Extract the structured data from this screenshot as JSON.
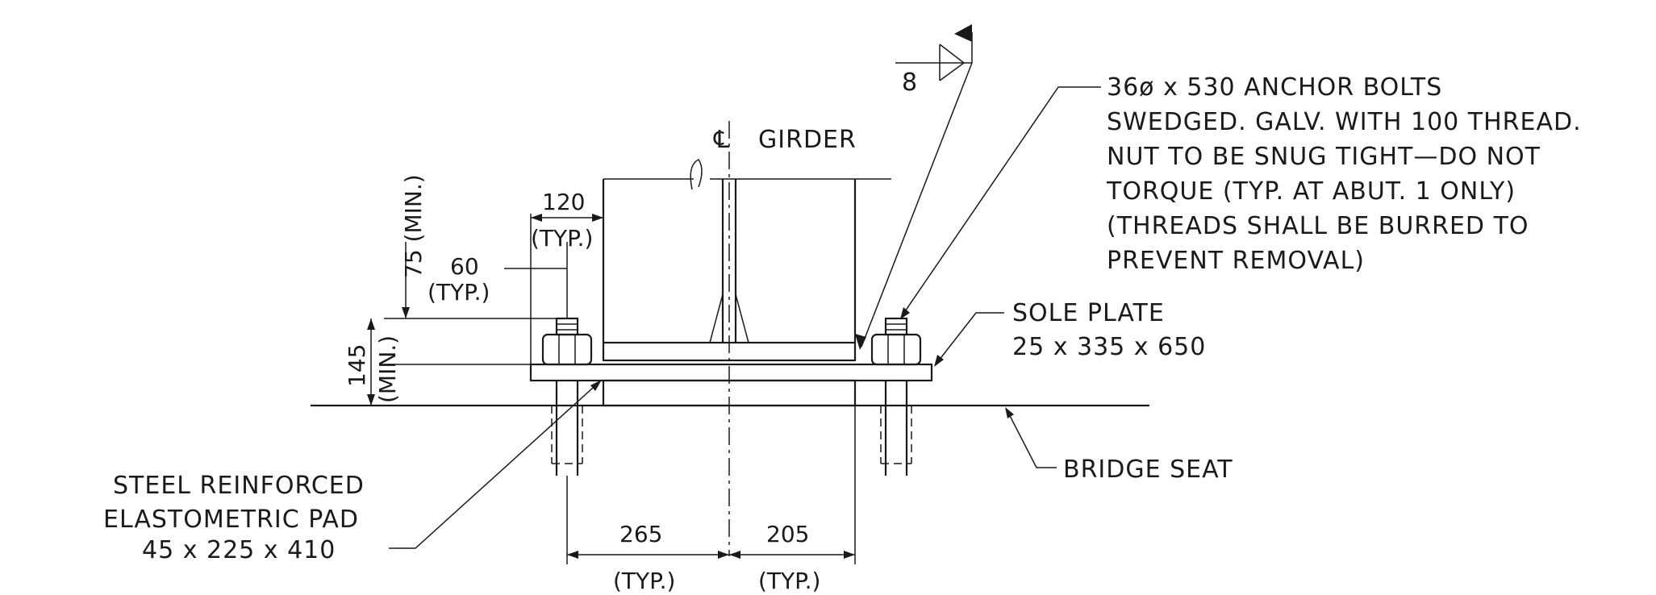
{
  "labels": {
    "centerline_symbol": "℄",
    "girder": "GIRDER",
    "weld_size": "8",
    "dim_120": "120",
    "dim_typ_a": "(TYP.)",
    "dim_60": "60",
    "dim_typ_b": "(TYP.)",
    "dim_75_min": "75 (MIN.)",
    "dim_145": "145",
    "dim_min": "(MIN.)",
    "dim_265": "265",
    "dim_205": "205",
    "dim_typ_c": "(TYP.)",
    "dim_typ_d": "(TYP.)"
  },
  "notes": {
    "anchor_bolts": [
      "36ø x 530 ANCHOR BOLTS",
      "SWEDGED. GALV. WITH 100 THREAD.",
      "NUT TO BE SNUG TIGHT—DO NOT",
      "TORQUE (TYP. AT ABUT. 1 ONLY)",
      "(THREADS SHALL BE BURRED TO",
      "PREVENT REMOVAL)"
    ],
    "sole_plate": [
      "SOLE PLATE",
      "25 x 335 x 650"
    ],
    "bridge_seat": "BRIDGE SEAT",
    "pad": [
      "STEEL REINFORCED",
      "ELASTOMETRIC PAD",
      "45 x 225 x 410"
    ]
  }
}
